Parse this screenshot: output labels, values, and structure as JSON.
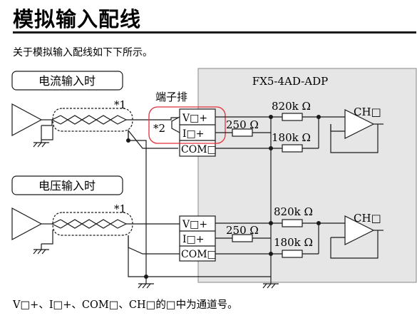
{
  "page": {
    "title": "模拟输入配线",
    "intro": "关于模拟输入配线如下下所示。",
    "footnote": "V□+、I□+、COM□、CH□的□中为通道号。"
  },
  "diagram": {
    "module_name": "FX5-4AD-ADP",
    "terminal_block_label": "端子排",
    "current_input": {
      "section_label": "电流输入时",
      "cable_note": "*1",
      "jumper_note": "*2",
      "terminals": [
        "V□+",
        "I□+",
        "COM□"
      ],
      "resistor_high": "820k Ω",
      "resistor_shunt": "250 Ω",
      "resistor_low": "180k Ω",
      "channel": "CH□"
    },
    "voltage_input": {
      "section_label": "电压输入时",
      "cable_note": "*1",
      "terminals": [
        "V□+",
        "I□+",
        "COM□"
      ],
      "resistor_high": "820k Ω",
      "resistor_shunt": "250 Ω",
      "resistor_low": "180k Ω",
      "channel": "CH□"
    },
    "colors": {
      "module_fill": "#e6e6e6",
      "highlight_red": "#e0303a",
      "line": "#1a1a1a"
    }
  }
}
